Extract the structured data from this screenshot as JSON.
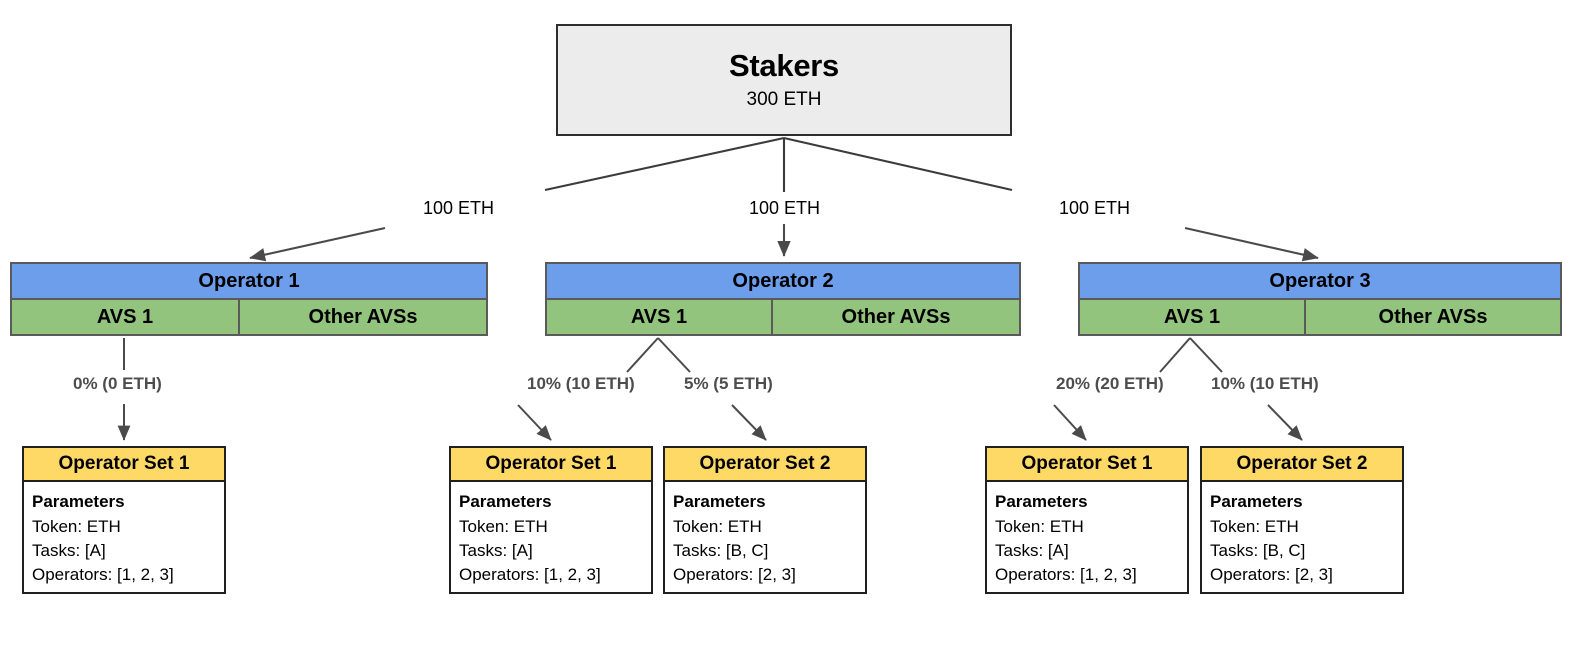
{
  "diagram": {
    "title_node": {
      "label": "Stakers",
      "amount": "300 ETH"
    },
    "colors": {
      "root_fill": "#ececec",
      "operator_header": "#6d9eeb",
      "avs_fill": "#93c47d",
      "operator_set_header": "#ffd966",
      "body_fill": "#ffffff",
      "edge_stroke": "#3b3b3b",
      "pct_label": "#4d4d4d"
    },
    "stake_edges": [
      {
        "label": "100 ETH",
        "to": "Operator 1"
      },
      {
        "label": "100 ETH",
        "to": "Operator 2"
      },
      {
        "label": "100 ETH",
        "to": "Operator 3"
      }
    ],
    "operators": [
      {
        "name": "Operator 1",
        "avs_label": "AVS 1",
        "other_label": "Other AVSs",
        "allocations": [
          {
            "label": "0% (0 ETH)"
          }
        ],
        "operator_sets": [
          {
            "title": "Operator Set 1",
            "params_title": "Parameters",
            "token": "Token: ETH",
            "tasks": "Tasks: [A]",
            "operators": "Operators: [1, 2, 3]"
          }
        ]
      },
      {
        "name": "Operator 2",
        "avs_label": "AVS 1",
        "other_label": "Other AVSs",
        "allocations": [
          {
            "label": "10% (10 ETH)"
          },
          {
            "label": "5% (5 ETH)"
          }
        ],
        "operator_sets": [
          {
            "title": "Operator Set 1",
            "params_title": "Parameters",
            "token": "Token: ETH",
            "tasks": "Tasks: [A]",
            "operators": "Operators: [1, 2, 3]"
          },
          {
            "title": "Operator Set 2",
            "params_title": "Parameters",
            "token": "Token: ETH",
            "tasks": "Tasks: [B, C]",
            "operators": "Operators: [2, 3]"
          }
        ]
      },
      {
        "name": "Operator 3",
        "avs_label": "AVS 1",
        "other_label": "Other AVSs",
        "allocations": [
          {
            "label": "20% (20 ETH)"
          },
          {
            "label": "10% (10 ETH)"
          }
        ],
        "operator_sets": [
          {
            "title": "Operator Set 1",
            "params_title": "Parameters",
            "token": "Token: ETH",
            "tasks": "Tasks: [A]",
            "operators": "Operators: [1, 2, 3]"
          },
          {
            "title": "Operator Set 2",
            "params_title": "Parameters",
            "token": "Token: ETH",
            "tasks": "Tasks: [B, C]",
            "operators": "Operators: [2, 3]"
          }
        ]
      }
    ]
  }
}
